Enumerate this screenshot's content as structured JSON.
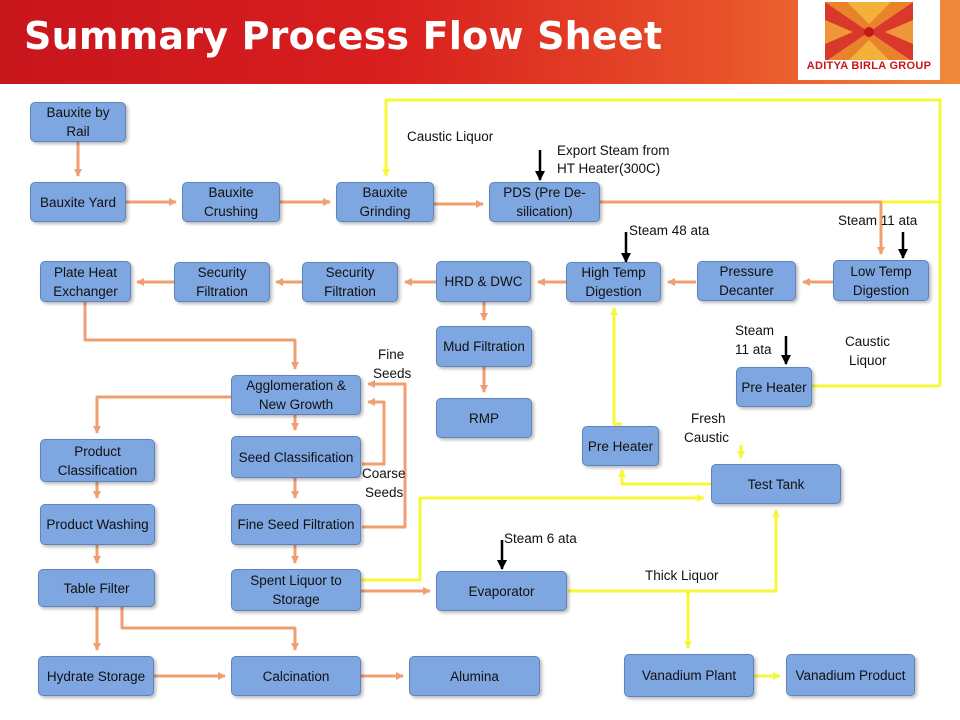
{
  "header": {
    "title": "Summary Process Flow Sheet",
    "logo_text": "ADITYA BIRLA GROUP"
  },
  "colors": {
    "header_red": "#c8161d",
    "box_fill": "#7ea6e0",
    "arrow_orange": "#f0a070",
    "line_yellow": "#f7f73a",
    "steam_arrow": "#000000"
  },
  "nodes": {
    "bauxite_by_rail": "Bauxite by Rail",
    "bauxite_yard": "Bauxite Yard",
    "bauxite_crushing": "Bauxite Crushing",
    "bauxite_grinding": "Bauxite Grinding",
    "pds": "PDS (Pre De-silication)",
    "low_temp_digestion": "Low Temp Digestion",
    "pressure_decanter": "Pressure Decanter",
    "high_temp_digestion": "High Temp Digestion",
    "hrd_dwc": "HRD & DWC",
    "security_filtration_1": "Security Filtration",
    "security_filtration_2": "Security Filtration",
    "plate_heat_exchanger": "Plate Heat Exchanger",
    "mud_filtration": "Mud Filtration",
    "rmp": "RMP",
    "agglomeration": "Agglomeration & New Growth",
    "seed_classification": "Seed Classification",
    "fine_seed_filtration": "Fine Seed Filtration",
    "spent_liquor": "Spent Liquor to Storage",
    "product_classification": "Product Classification",
    "product_washing": "Product Washing",
    "table_filter": "Table Filter",
    "hydrate_storage": "Hydrate Storage",
    "calcination": "Calcination",
    "alumina": "Alumina",
    "pre_heater_right": "Pre Heater",
    "pre_heater_mid": "Pre Heater",
    "test_tank": "Test Tank",
    "evaporator": "Evaporator",
    "vanadium_plant": "Vanadium Plant",
    "vanadium_product": "Vanadium Product"
  },
  "labels": {
    "caustic_liquor_top": "Caustic Liquor",
    "export_steam_1": "Export Steam from",
    "export_steam_2": "HT Heater(300C)",
    "steam_11_top": "Steam 11 ata",
    "steam_48": "Steam 48 ata",
    "fine_seeds_1": "Fine",
    "fine_seeds_2": "Seeds",
    "coarse_seeds_1": "Coarse",
    "coarse_seeds_2": "Seeds",
    "steam_11_mid_1": "Steam",
    "steam_11_mid_2": "11 ata",
    "caustic_liquor_right_1": "Caustic",
    "caustic_liquor_right_2": "Liquor",
    "fresh_caustic_1": "Fresh",
    "fresh_caustic_2": "Caustic",
    "steam_6": "Steam 6 ata",
    "thick_liquor": "Thick Liquor"
  }
}
